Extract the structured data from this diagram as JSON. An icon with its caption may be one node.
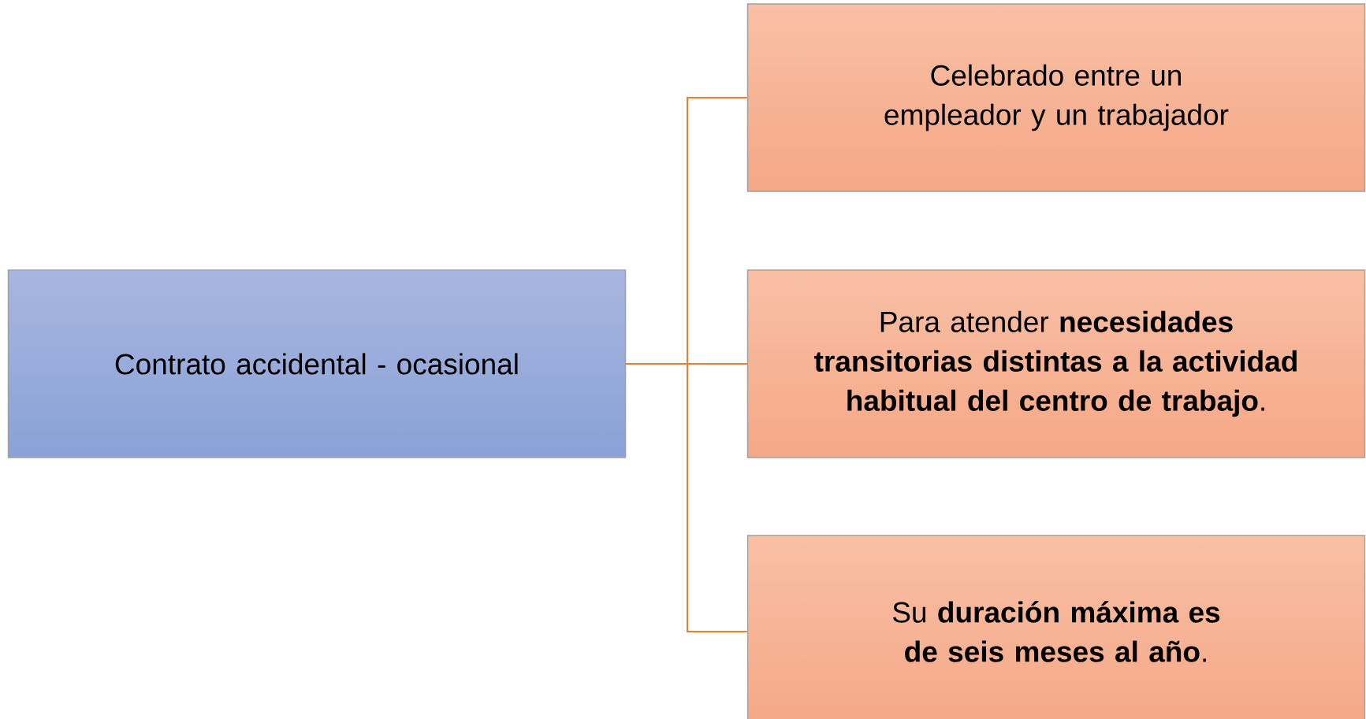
{
  "diagram": {
    "nodes": [
      {
        "text": [
          "Contrato accidental - ocasional"
        ]
      },
      {
        "text": [
          "Celebrado entre un empleador y un trabajador"
        ]
      },
      {
        "text": [
          "Para atender **necesidades transitorias distintas a la actividad habitual del centro de trabajo**."
        ]
      },
      {
        "text": [
          "Su **duración máxima es de seis meses al año**."
        ]
      }
    ],
    "edges": [
      {
        "from": 0,
        "to": 1,
        "arrow": "none"
      },
      {
        "from": 0,
        "to": 2,
        "arrow": "none"
      },
      {
        "from": 0,
        "to": 3,
        "arrow": "none"
      }
    ]
  }
}
